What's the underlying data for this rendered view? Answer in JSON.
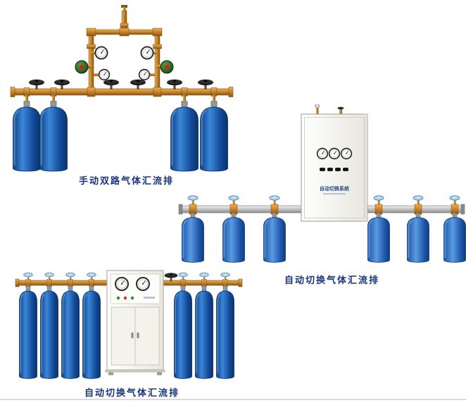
{
  "page": {
    "background": "#ffffff",
    "footer_rule_color": "#dadada"
  },
  "products": [
    {
      "id": "manual-dual-manifold",
      "caption": "手动双路气体汇流排",
      "cylinder_count": 4
    },
    {
      "id": "auto-switch-manifold-cabinet",
      "caption": "自动切换气体汇流排",
      "cabinet_label": "自动切换系统",
      "cylinder_count": 6
    },
    {
      "id": "auto-switch-manifold-floor-cabinet",
      "caption": "自动切换气体汇流排",
      "cylinder_count": 7
    }
  ],
  "colors": {
    "caption": "#17367e",
    "brass": "#bd7f22",
    "cylinder_blue": "#1a5fb0",
    "steel_pipe": "#b9b9b9",
    "cabinet_body": "#f4f4ee"
  }
}
